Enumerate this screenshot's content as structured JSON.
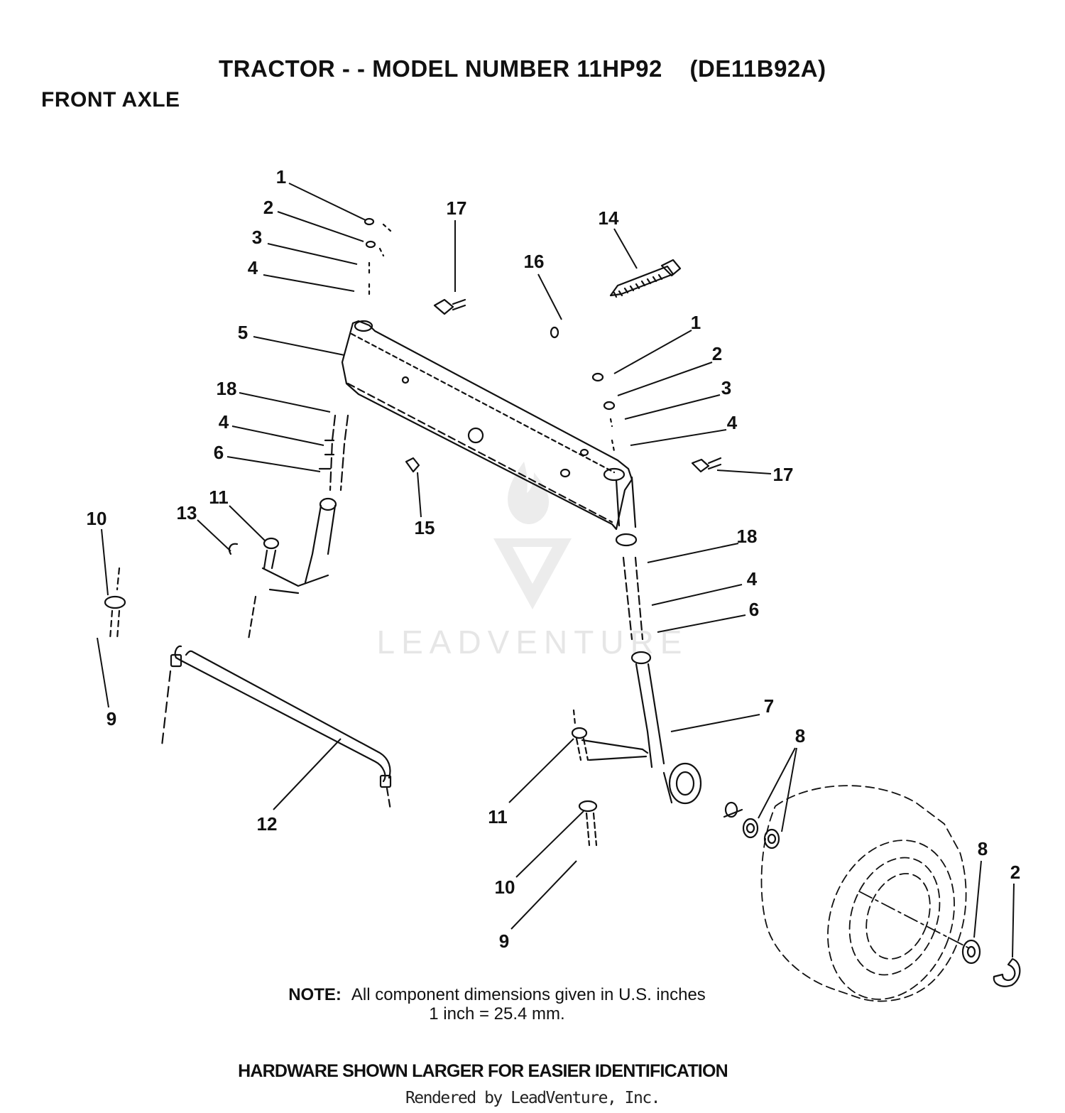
{
  "header": {
    "title": "TRACTOR - - MODEL NUMBER 11HP92    (DE11B92A)",
    "section": "FRONT AXLE"
  },
  "callouts": [
    "1",
    "2",
    "3",
    "4",
    "5",
    "18",
    "4",
    "6",
    "17",
    "16",
    "14",
    "1",
    "2",
    "3",
    "4",
    "17",
    "15",
    "10",
    "13",
    "11",
    "18",
    "4",
    "6",
    "9",
    "12",
    "7",
    "8",
    "11",
    "10",
    "9",
    "8",
    "2"
  ],
  "watermark": {
    "text": "LEADVENTURE",
    "icon": "leadventure-flame-v-logo"
  },
  "note": {
    "label": "NOTE:",
    "line1": "All component dimensions given in U.S. inches",
    "line2": "1 inch = 25.4 mm."
  },
  "footer": "HARDWARE SHOWN LARGER FOR EASIER IDENTIFICATION",
  "rendered_by": "Rendered by LeadVenture, Inc.",
  "colors": {
    "ink": "#111111",
    "watermark": "#e6e6e6",
    "background": "#ffffff"
  }
}
